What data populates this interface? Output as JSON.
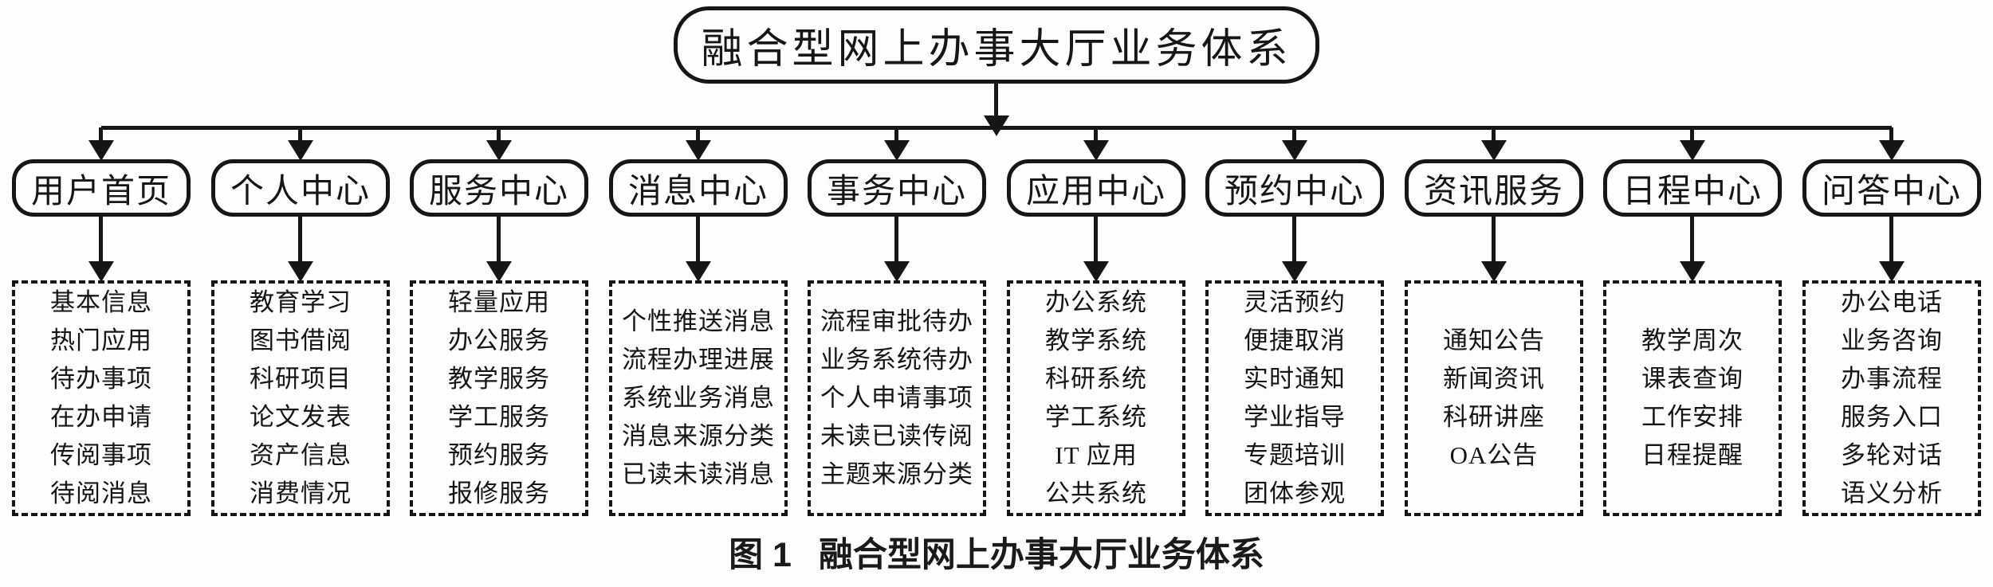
{
  "root": {
    "title": "融合型网上办事大厅业务体系"
  },
  "caption": {
    "figure_label": "图 1",
    "text": "融合型网上办事大厅业务体系"
  },
  "colors": {
    "ink": "#161616",
    "background": "#ffffff"
  },
  "columns": [
    {
      "title": "用户首页",
      "items": [
        "基本信息",
        "热门应用",
        "待办事项",
        "在办申请",
        "传阅事项",
        "待阅消息"
      ]
    },
    {
      "title": "个人中心",
      "items": [
        "教育学习",
        "图书借阅",
        "科研项目",
        "论文发表",
        "资产信息",
        "消费情况"
      ]
    },
    {
      "title": "服务中心",
      "items": [
        "轻量应用",
        "办公服务",
        "教学服务",
        "学工服务",
        "预约服务",
        "报修服务"
      ]
    },
    {
      "title": "消息中心",
      "items": [
        "个性推送消息",
        "流程办理进展",
        "系统业务消息",
        "消息来源分类",
        "已读未读消息"
      ]
    },
    {
      "title": "事务中心",
      "items": [
        "流程审批待办",
        "业务系统待办",
        "个人申请事项",
        "未读已读传阅",
        "主题来源分类"
      ]
    },
    {
      "title": "应用中心",
      "items": [
        "办公系统",
        "教学系统",
        "科研系统",
        "学工系统",
        "IT 应用",
        "公共系统"
      ]
    },
    {
      "title": "预约中心",
      "items": [
        "灵活预约",
        "便捷取消",
        "实时通知",
        "学业指导",
        "专题培训",
        "团体参观"
      ]
    },
    {
      "title": "资讯服务",
      "items": [
        "通知公告",
        "新闻资讯",
        "科研讲座",
        "OA公告"
      ]
    },
    {
      "title": "日程中心",
      "items": [
        "教学周次",
        "课表查询",
        "工作安排",
        "日程提醒"
      ]
    },
    {
      "title": "问答中心",
      "items": [
        "办公电话",
        "业务咨询",
        "办事流程",
        "服务入口",
        "多轮对话",
        "语义分析"
      ]
    }
  ]
}
